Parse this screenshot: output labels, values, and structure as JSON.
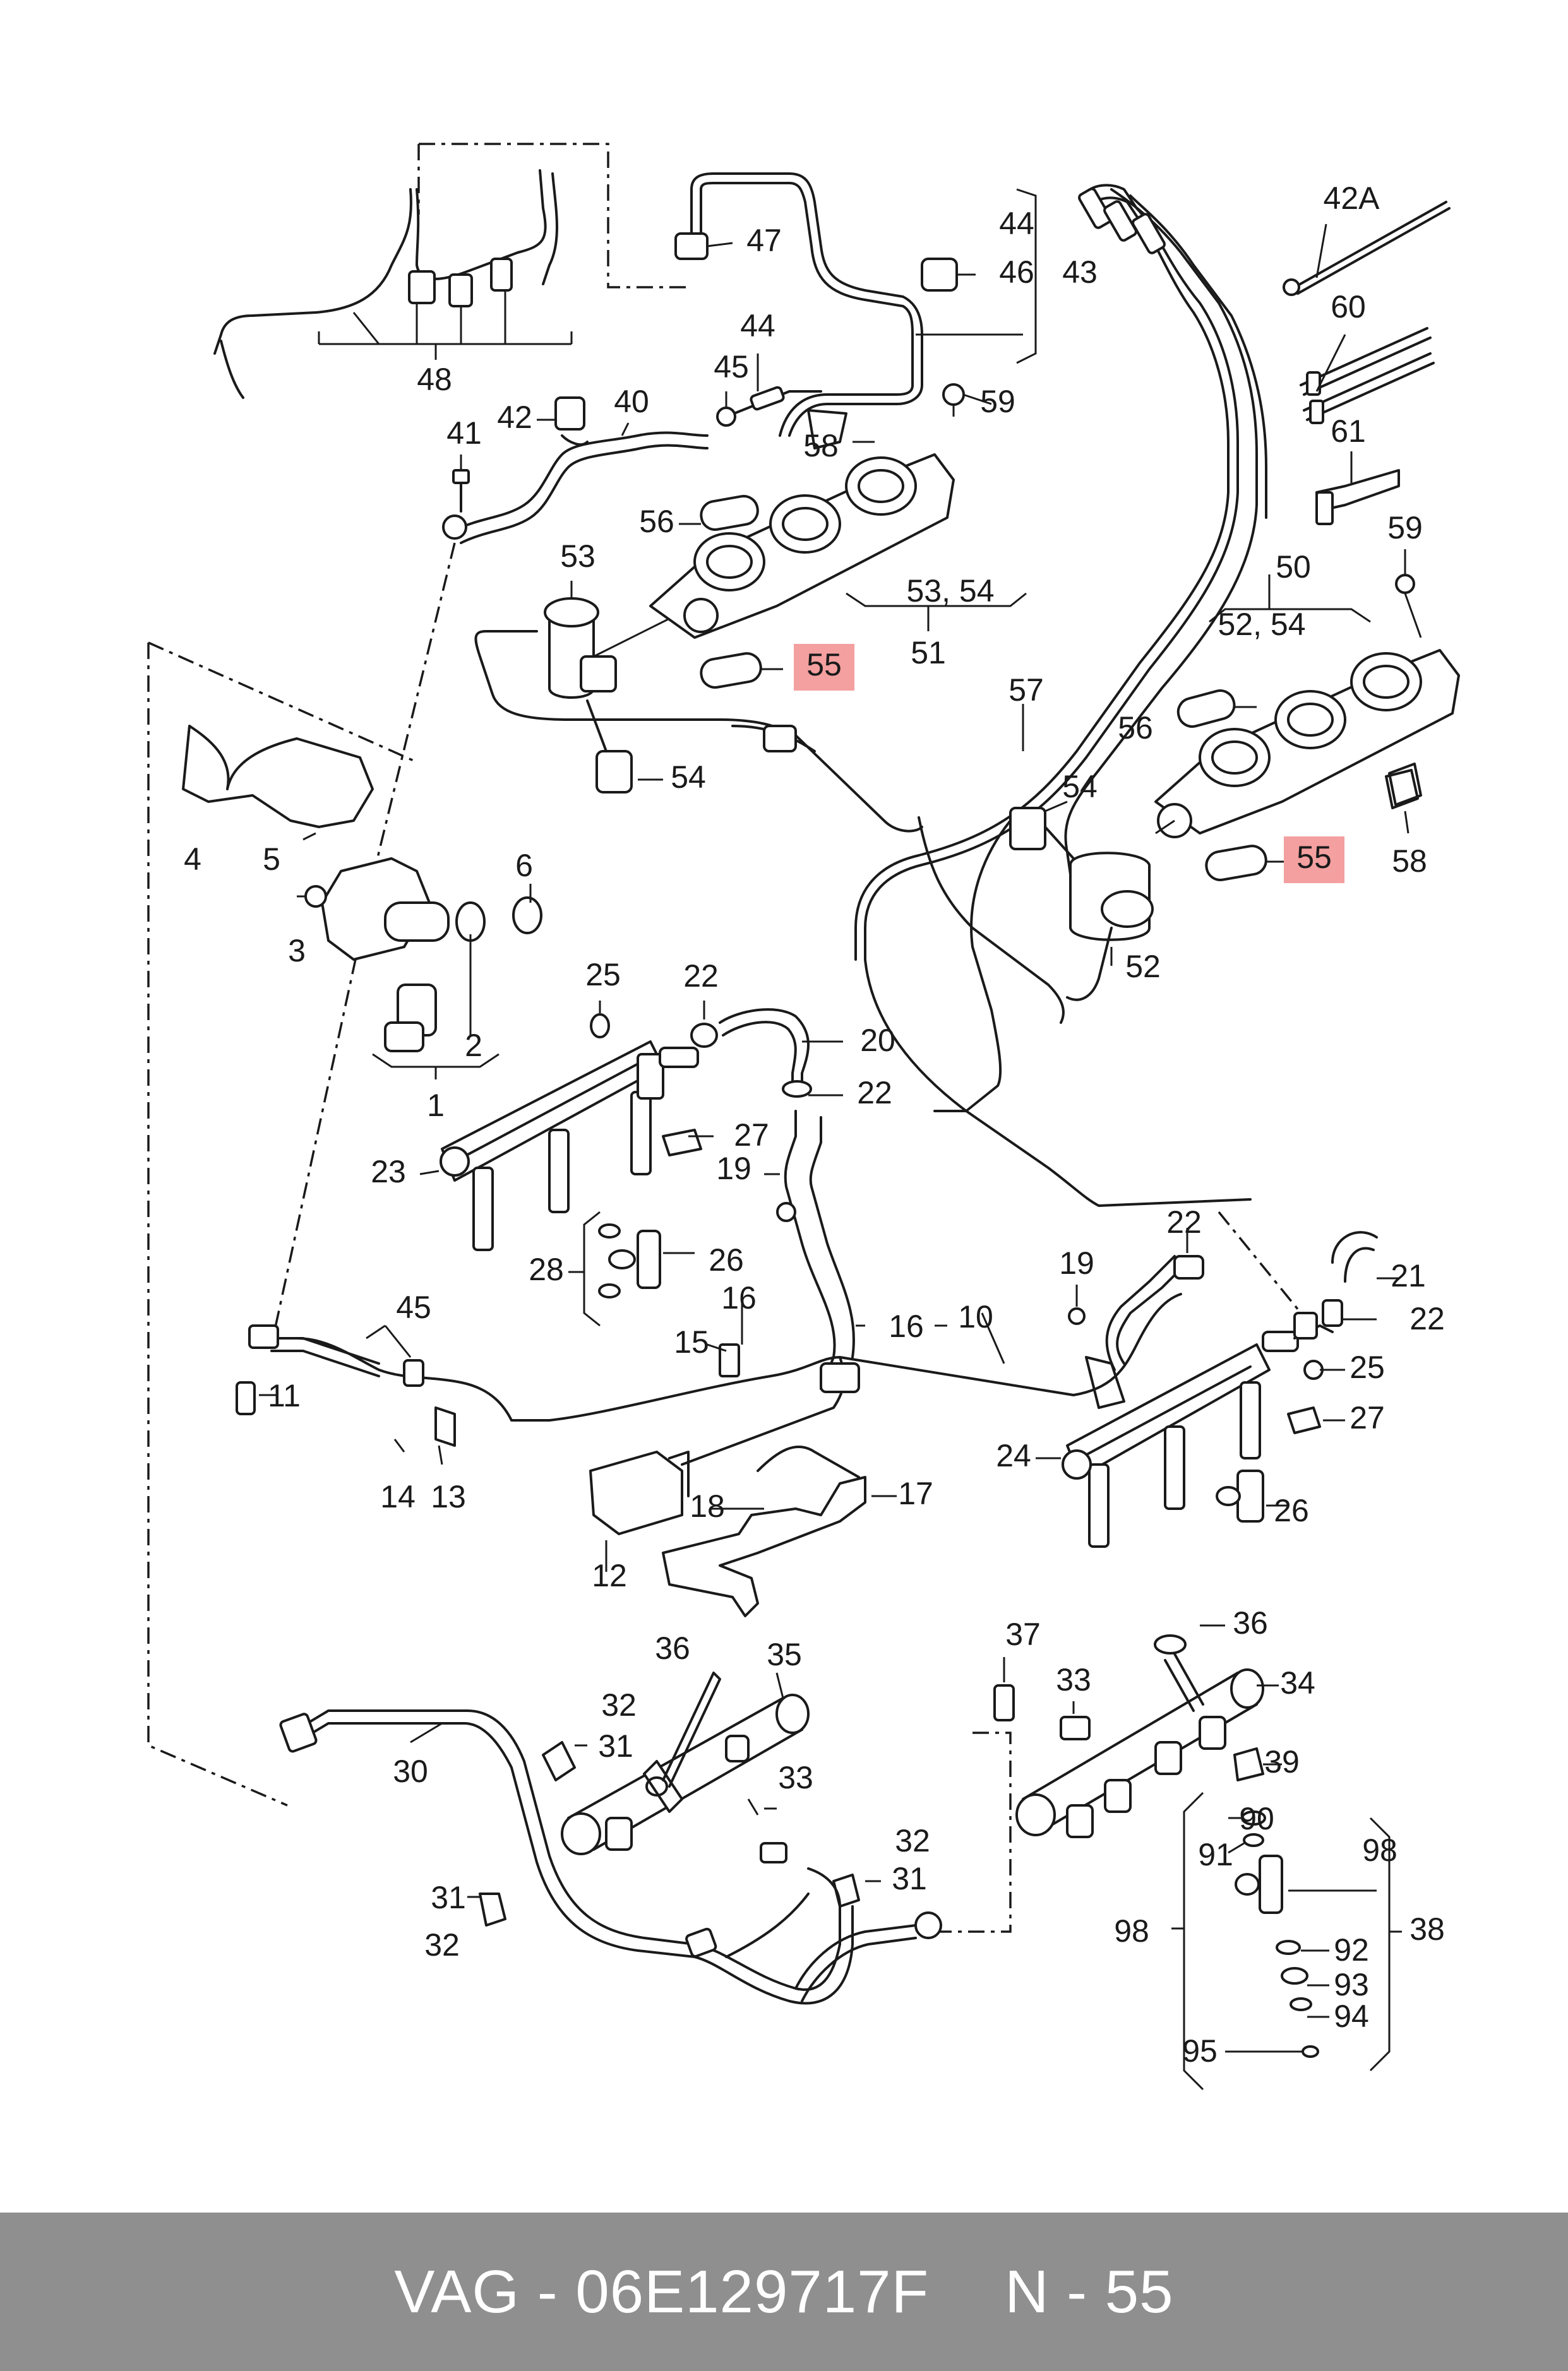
{
  "diagram": {
    "highlight_color": "#f4a0a0",
    "labels": [
      "1",
      "2",
      "3",
      "4",
      "5",
      "6",
      "10",
      "11",
      "12",
      "13",
      "14",
      "15",
      "16",
      "16",
      "17",
      "18",
      "19",
      "19",
      "20",
      "21",
      "22",
      "22",
      "22",
      "22",
      "23",
      "24",
      "25",
      "25",
      "26",
      "26",
      "27",
      "27",
      "28",
      "30",
      "31",
      "31",
      "31",
      "32",
      "32",
      "32",
      "33",
      "33",
      "34",
      "35",
      "36",
      "36",
      "37",
      "38",
      "39",
      "40",
      "41",
      "42",
      "42A",
      "43",
      "44",
      "44",
      "45",
      "45",
      "46",
      "47",
      "48",
      "50",
      "51",
      "52",
      "52, 54",
      "53",
      "53, 54",
      "54",
      "54",
      "55",
      "55",
      "56",
      "56",
      "57",
      "58",
      "58",
      "59",
      "59",
      "60",
      "61",
      "90",
      "91",
      "92",
      "93",
      "94",
      "95",
      "98",
      "98"
    ]
  },
  "footer": {
    "brand": "VAG - 06E129717F",
    "ref": "N - 55",
    "background": "#8f8f8f"
  }
}
